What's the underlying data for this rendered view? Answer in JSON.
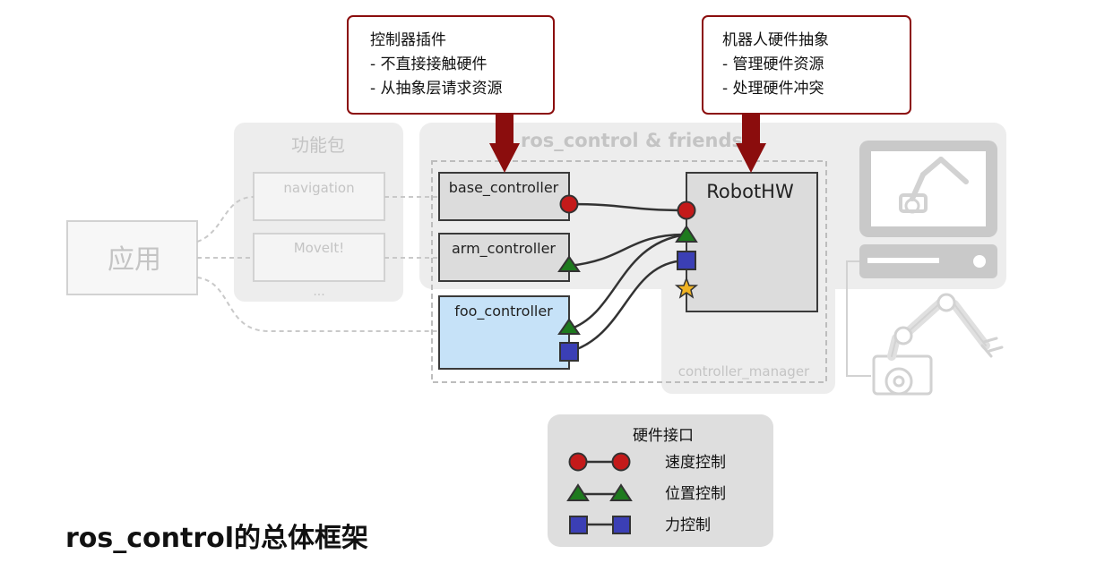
{
  "callouts": {
    "controller_plugin": {
      "title": "控制器插件",
      "lines": [
        "- 不直接接触硬件",
        "- 从抽象层请求资源"
      ]
    },
    "robot_hw_abstraction": {
      "title": "机器人硬件抽象",
      "lines": [
        "- 管理硬件资源",
        "- 处理硬件冲突"
      ]
    }
  },
  "application": {
    "label": "应用"
  },
  "function_packages": {
    "title": "功能包",
    "items": [
      "navigation",
      "MoveIt!",
      "..."
    ]
  },
  "ros_control_region": {
    "title": "ros_control & friends"
  },
  "controller_manager": {
    "label": "controller_manager"
  },
  "controllers": [
    {
      "id": "base",
      "label": "base_controller"
    },
    {
      "id": "arm",
      "label": "arm_controller"
    },
    {
      "id": "foo",
      "label": "foo_controller"
    }
  ],
  "robot_hw": {
    "label": "RobotHW"
  },
  "legend": {
    "title": "硬件接口",
    "items": [
      {
        "shape": "circle",
        "label": "速度控制"
      },
      {
        "shape": "triangle",
        "label": "位置控制"
      },
      {
        "shape": "square",
        "label": "力控制"
      }
    ]
  },
  "caption": "ros_control的总体框架",
  "colors": {
    "arrow": "#8b0d0d",
    "velocity": "#c41a1a",
    "position": "#1e7a1e",
    "effort": "#3b3fb5",
    "star": "#f0b323",
    "foo_fill": "#c6e2f8",
    "controller_fill": "#dcdcdc",
    "region_gray": "#ededed",
    "faded": "#c9c9c9"
  }
}
